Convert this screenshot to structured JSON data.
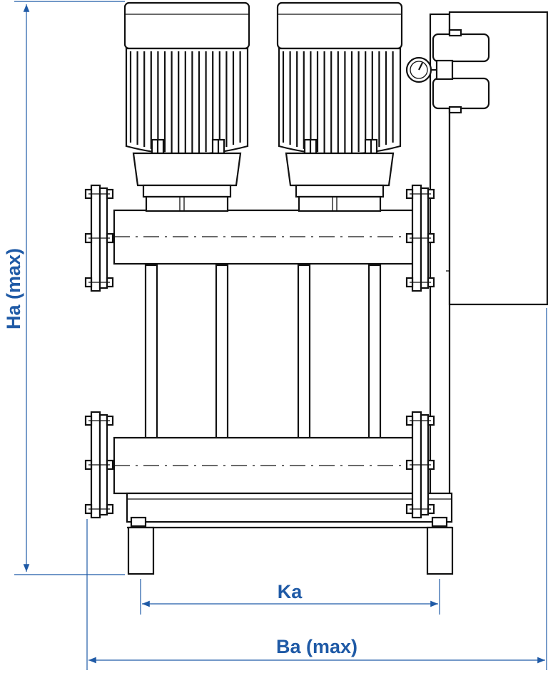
{
  "dimensions": {
    "height_label": "Ha (max)",
    "pump_spacing_label": "Ka",
    "width_label": "Ba (max)"
  },
  "colors": {
    "dimension": "#1f5aa6",
    "drawing": "#111111"
  },
  "components": {
    "pump_count": 2,
    "control_panel": true,
    "pressure_gauge": true
  }
}
